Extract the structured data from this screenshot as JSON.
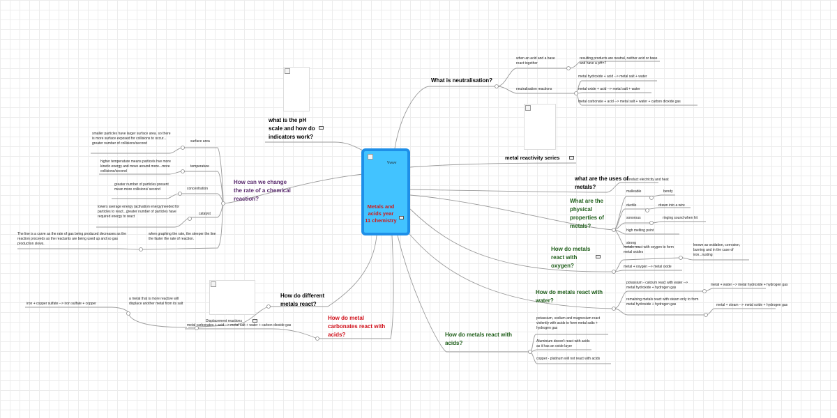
{
  "center": {
    "title": "Metals and acids year 11 chemistry",
    "image_caption": "Vvvvv"
  },
  "branches": {
    "ph_scale": "what is the pH scale and how do indicators work?",
    "rate": "How can we change the rate of a chemical reaction?",
    "different_metals": "How do different metals react?",
    "carbonates": "How do metal carbonates react with acids?",
    "neutralisation": "What is neutralisation?",
    "reactivity": "metal reactivity series",
    "uses": "what are the uses of metals?",
    "physical": "What are the physical properties of metals?",
    "oxygen": "How do metals react with oxygen?",
    "water": "How do metals react with water?",
    "acids": "How do metals react with acids?"
  },
  "rate_items": {
    "surface_area": "surface area",
    "surface_area_note": "smaller particles have larger surface area. so there is more surface exposed for collisions to occur... greater number of collisions/second",
    "temperature": "temperature",
    "temperature_note": "higher temperature means particels hve more kinetic energy and move around more...more collisions/second",
    "concentration": "concentration",
    "concentration_note": "greater number of particles present mean more collisions/ second",
    "catalyst": "catalyst",
    "catalyst_note": "lowers average energy (activation energy)needed for particles to react...greater number of particles have required energy to react",
    "graph": "when graphing the rate, the steeper the line the faster the rate of reaction.",
    "curve_note": "The line is a curve as the rate of gas being produced decreases as the reaction proceeds as the reactants are being used up and so gas production slows."
  },
  "different_metals_items": {
    "displacement": "Displacement reactions",
    "displacement_note": "a metal that is more reactive will displace another metal from its salt",
    "example": "iron + copper sulfate --> iron sulfate + copper"
  },
  "carbonates_items": {
    "equation": "metal carbonates + acid --> metal salt + water + carbon dioxide gas"
  },
  "neutralisation_items": {
    "when": "when an acid and a base react together",
    "result": "resulting products are neutral, neither acid or base and have a pH=7",
    "reactions": "neutralisation reactions",
    "r1": "metal hydroxide + acid --> metal salt + water",
    "r2": "metal oxide + acid --> metal salt + water",
    "r3": "metal carbonate + acid --> metal salt + water + carbon dioxide gas"
  },
  "uses_items": {
    "u1": "conduct electricity and heat"
  },
  "physical_items": {
    "malleable": "malleable",
    "bendy": "bendy",
    "ductile": "ductile",
    "wire": "drawn into a wire",
    "sonorous": "sonorous",
    "ringing": "ringing sound when hit",
    "melting": "high melting point",
    "strong": "strong"
  },
  "oxygen_items": {
    "o1": "metals react with oxygen to form metal oxides",
    "o1_note": "known as oxidation, corrosion, burning and in the case of iron...rusting",
    "o2": "metal + oxygen --> metal oxide"
  },
  "water_items": {
    "w1": "potassium - calcium react with water --> metal hydroxide + hydrogen gas",
    "w1_eq": "metal + water --> metal hydroxide + hydrogen gas",
    "w2": "remaining metals react with steam only to form metal hydroxide + hydrogen gas",
    "w2_eq": "metal + steam --> metal oxide + hydrogen gas"
  },
  "acids_items": {
    "a1": "potassium, sodium and magnesium react violently with acids to form metal salts + hydrogen gas",
    "a2": "Aluminium doesn't react with acids as it has an oxide layer",
    "a3": "copper - platinum will not react with acids"
  },
  "icons": {
    "note": "note-icon",
    "image": "image-placeholder-icon"
  },
  "colors": {
    "center_fill": "#42c3ff",
    "center_border": "#1e8fe8",
    "center_title": "#d11a1a",
    "purple": "#5a2a6e",
    "green": "#1f5e1a",
    "red": "#d0101a",
    "line": "#9a9a9a"
  }
}
